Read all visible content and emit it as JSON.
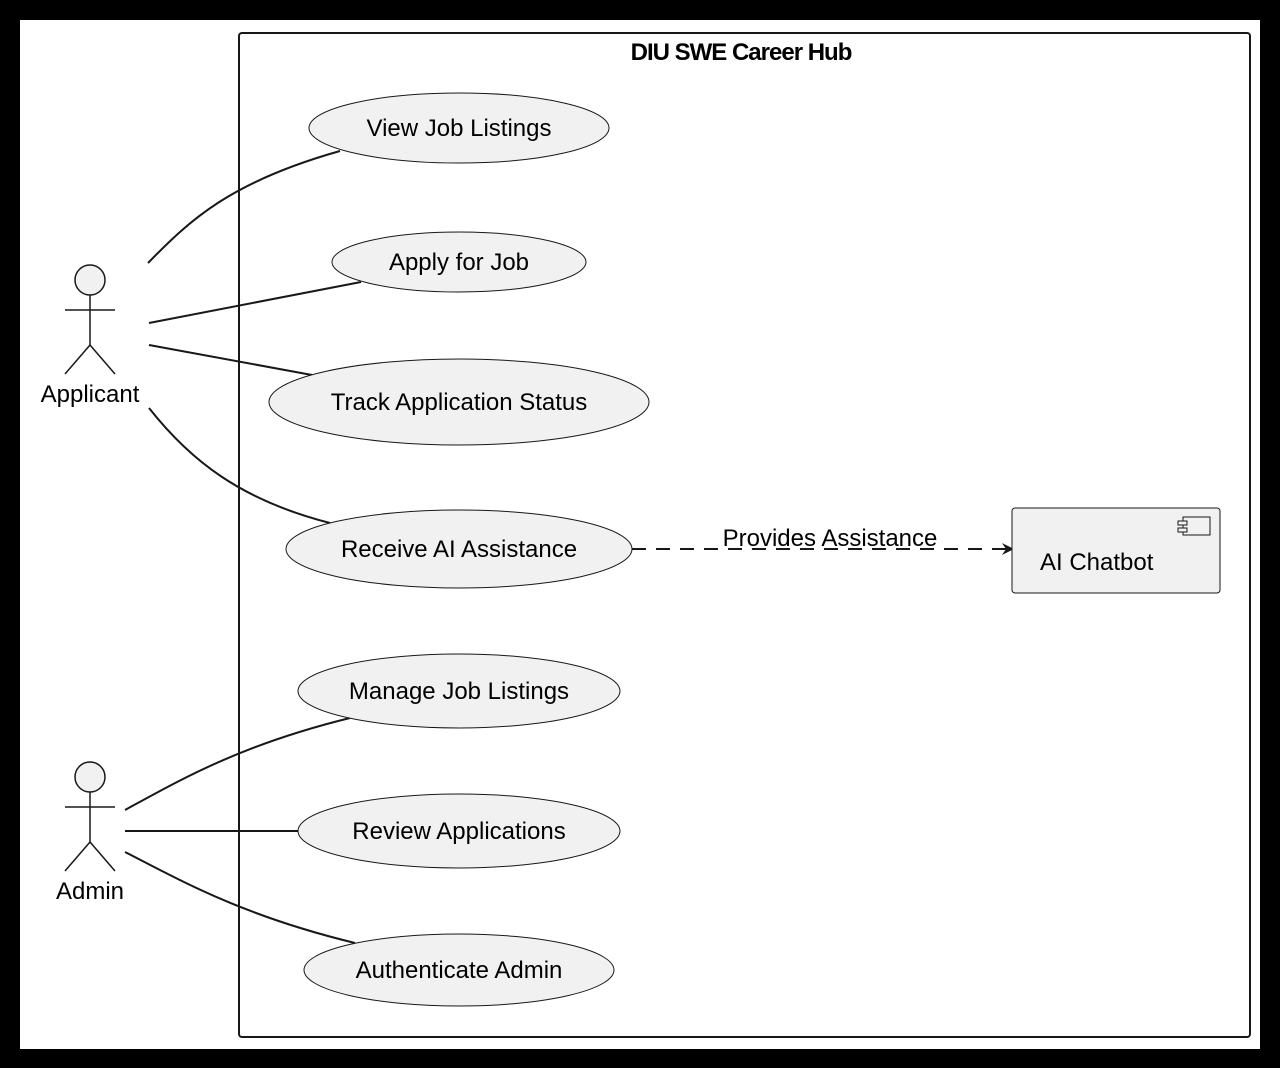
{
  "system": {
    "title": "DIU SWE Career Hub"
  },
  "actors": {
    "applicant": "Applicant",
    "admin": "Admin"
  },
  "use_cases": {
    "view_job_listings": "View Job Listings",
    "apply_for_job": "Apply for Job",
    "track_application_status": "Track Application Status",
    "receive_ai_assistance": "Receive AI Assistance",
    "manage_job_listings": "Manage Job Listings",
    "review_applications": "Review Applications",
    "authenticate_admin": "Authenticate Admin"
  },
  "components": {
    "ai_chatbot": "AI Chatbot"
  },
  "relations": {
    "provides_assistance": "Provides Assistance"
  },
  "colors": {
    "background": "#000000",
    "canvas": "#ffffff",
    "fill": "#f1f1f1",
    "stroke": "#181818"
  }
}
